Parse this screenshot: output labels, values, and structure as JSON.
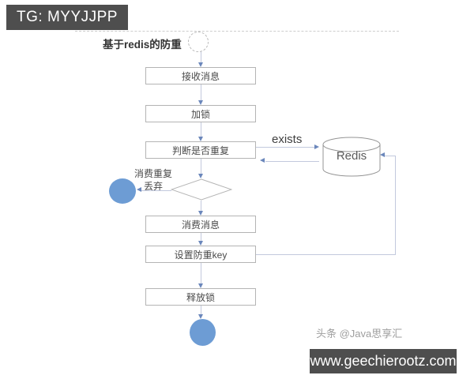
{
  "overlays": {
    "top_banner": "TG: MYYJJPP",
    "bottom_banner": "www.geechierootz.com",
    "watermark": "头条 @Java思享汇"
  },
  "diagram": {
    "title": "基于redis的防重",
    "nodes": {
      "receive": "接收消息",
      "lock": "加锁",
      "check": "判断是否重复",
      "consume": "消费消息",
      "set_key": "设置防重key",
      "release": "释放锁",
      "redis": "Redis"
    },
    "labels": {
      "exists": "exists",
      "discard_line1": "消费重复",
      "discard_line2": "丢弃"
    },
    "colors": {
      "terminal_fill": "#6d9cd4",
      "connector_line": "#c2c9dd",
      "arrowhead": "#6b87bb",
      "box_border": "#b4b4b4",
      "banner_bg": "#4e4e4e"
    }
  }
}
